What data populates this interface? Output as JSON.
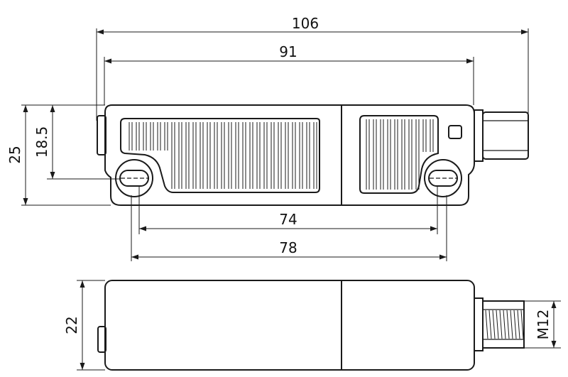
{
  "dimensions": {
    "overall_length": "106",
    "body_length": "91",
    "height_total": "25",
    "hole_height": "18.5",
    "hole_pitch_inner": "74",
    "hole_pitch_outer": "78",
    "side_height": "22",
    "thread": "M12"
  }
}
